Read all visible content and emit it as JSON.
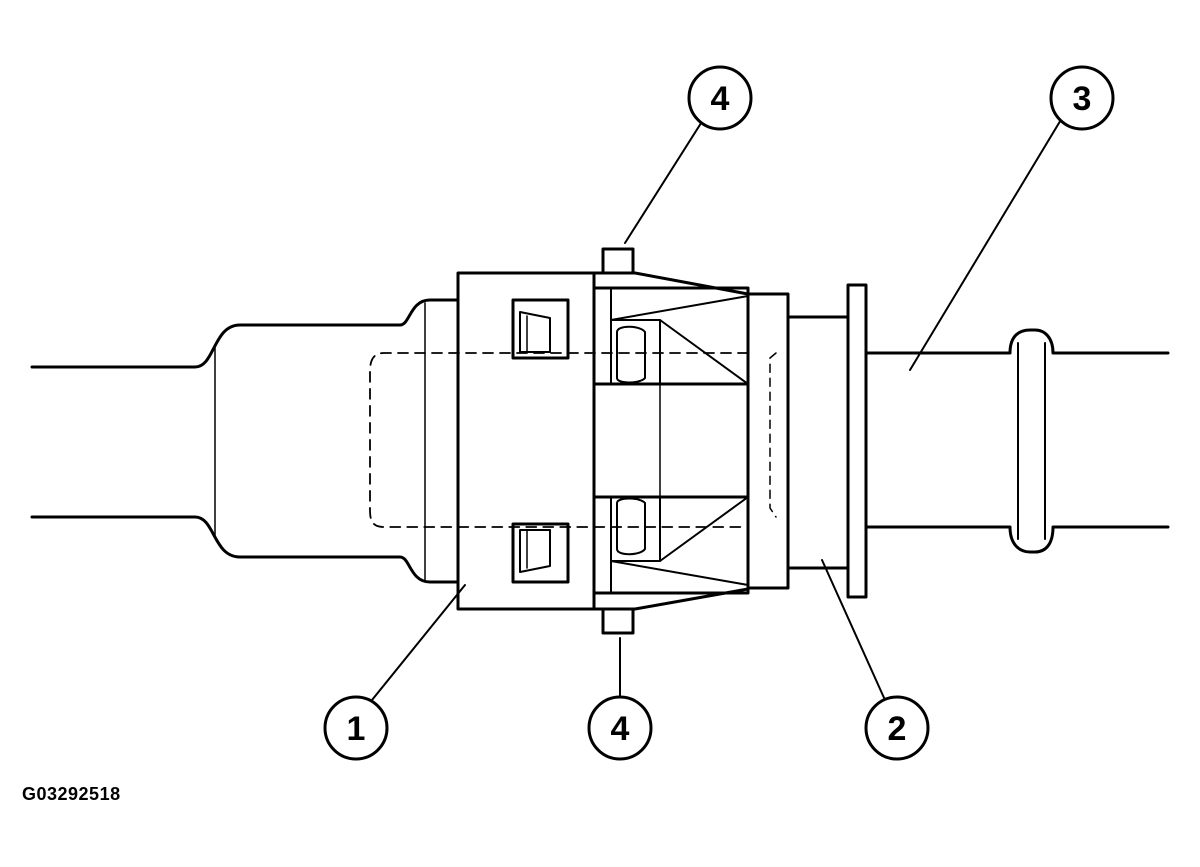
{
  "figure_id": "G03292518",
  "callouts": [
    {
      "label": "1"
    },
    {
      "label": "2"
    },
    {
      "label": "3"
    },
    {
      "label": "4"
    },
    {
      "label": "4"
    }
  ]
}
